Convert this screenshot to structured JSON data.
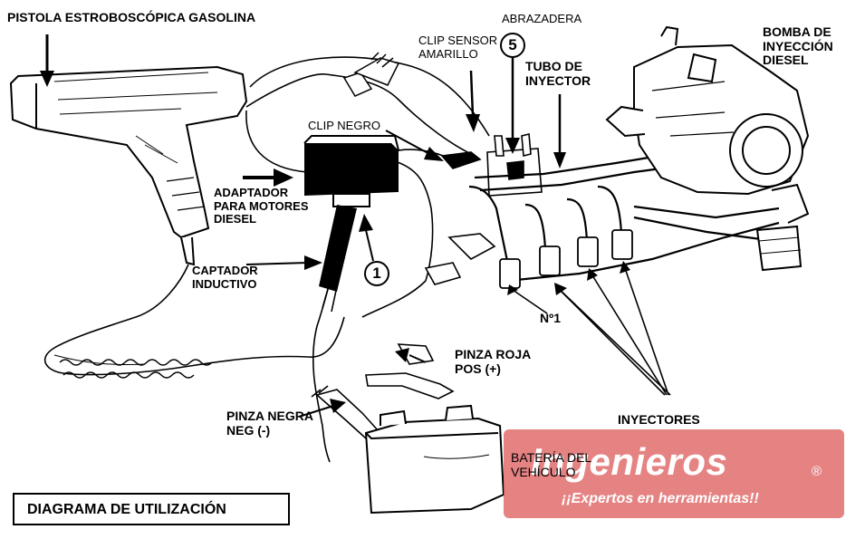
{
  "labels": {
    "stroboscope_gun": "PISTOLA ESTROBOSCÓPICA GASOLINA",
    "clamp": "ABRAZADERA",
    "yellow_sensor_clip": "CLIP SENSOR\nAMARILLO",
    "injector_tube": "TUBO DE\nINYECTOR",
    "injection_pump": "BOMBA DE\nINYECCIÓN\nDIESEL",
    "black_clip": "CLIP NEGRO",
    "diesel_adapter": "ADAPTADOR\nPARA MOTORES\nDIESEL",
    "inductive_pickup": "CAPTADOR\nINDUCTIVO",
    "cylinder_one": "Nº1",
    "red_clamp": "PINZA ROJA\nPOS (+)",
    "black_clamp": "PINZA NEGRA\nNEG (-)",
    "injectors": "INYECTORES",
    "vehicle_battery": "BATERÍA DEL\nVEHÍCULO"
  },
  "badges": {
    "one": "1",
    "five": "5"
  },
  "title": "DIAGRAMA DE UTILIZACIÓN",
  "watermark": {
    "name": "Ingenieros",
    "registered": "®",
    "tagline": "¡¡Expertos en herramientas!!"
  },
  "colors": {
    "watermark": "#de6060",
    "ink": "#000000"
  }
}
